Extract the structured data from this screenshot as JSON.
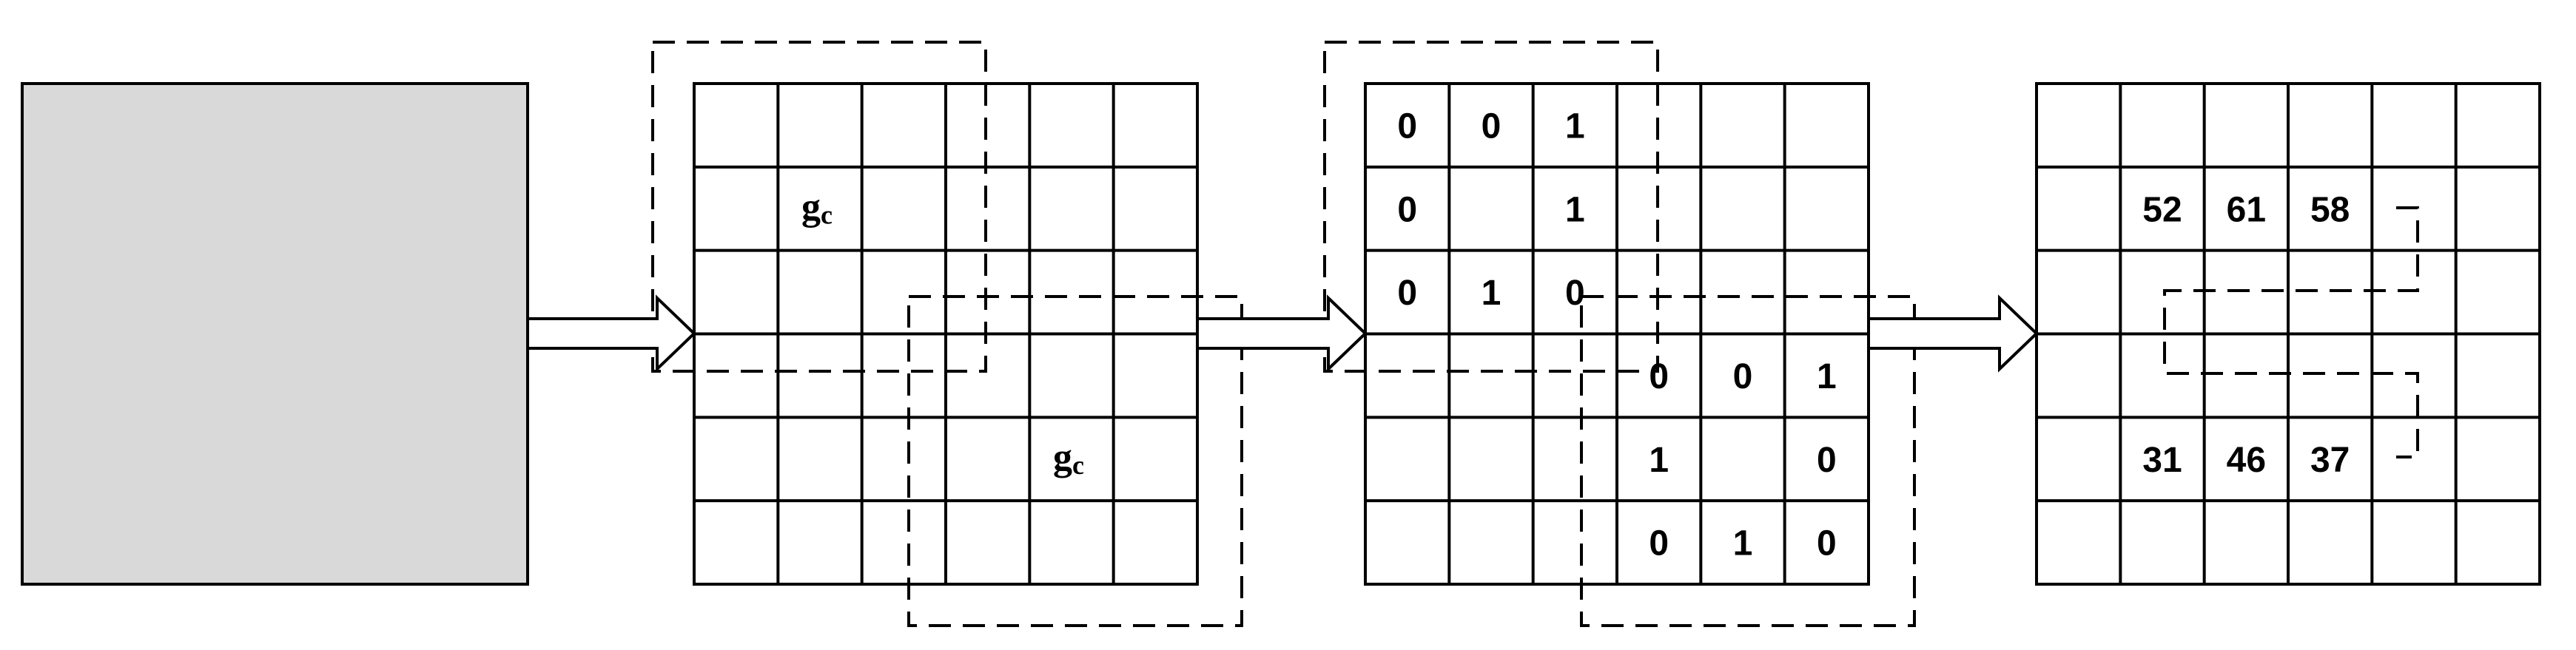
{
  "panels": {
    "input": {
      "fill": "#d9d9d9"
    },
    "grid_gc": {
      "rows": 6,
      "cols": 6,
      "labels": [
        {
          "row": 1,
          "col": 1,
          "base": "g",
          "sub": "c"
        },
        {
          "row": 4,
          "col": 4,
          "base": "g",
          "sub": "c"
        }
      ]
    },
    "grid_binary": {
      "rows": 6,
      "cols": 6,
      "cells": [
        {
          "row": 0,
          "col": 0,
          "text": "0"
        },
        {
          "row": 0,
          "col": 1,
          "text": "0"
        },
        {
          "row": 0,
          "col": 2,
          "text": "1"
        },
        {
          "row": 1,
          "col": 0,
          "text": "0"
        },
        {
          "row": 1,
          "col": 2,
          "text": "1"
        },
        {
          "row": 2,
          "col": 0,
          "text": "0"
        },
        {
          "row": 2,
          "col": 1,
          "text": "1"
        },
        {
          "row": 2,
          "col": 2,
          "text": "0"
        },
        {
          "row": 3,
          "col": 3,
          "text": "0"
        },
        {
          "row": 3,
          "col": 4,
          "text": "0"
        },
        {
          "row": 3,
          "col": 5,
          "text": "1"
        },
        {
          "row": 4,
          "col": 3,
          "text": "1"
        },
        {
          "row": 4,
          "col": 5,
          "text": "0"
        },
        {
          "row": 5,
          "col": 3,
          "text": "0"
        },
        {
          "row": 5,
          "col": 4,
          "text": "1"
        },
        {
          "row": 5,
          "col": 5,
          "text": "0"
        }
      ]
    },
    "grid_values": {
      "rows": 6,
      "cols": 6,
      "cells": [
        {
          "row": 1,
          "col": 1,
          "text": "52"
        },
        {
          "row": 1,
          "col": 2,
          "text": "61"
        },
        {
          "row": 1,
          "col": 3,
          "text": "58"
        },
        {
          "row": 4,
          "col": 1,
          "text": "31"
        },
        {
          "row": 4,
          "col": 2,
          "text": "46"
        },
        {
          "row": 4,
          "col": 3,
          "text": "37"
        }
      ]
    }
  },
  "colors": {
    "line": "#000000",
    "arrow_fill": "#ffffff"
  }
}
